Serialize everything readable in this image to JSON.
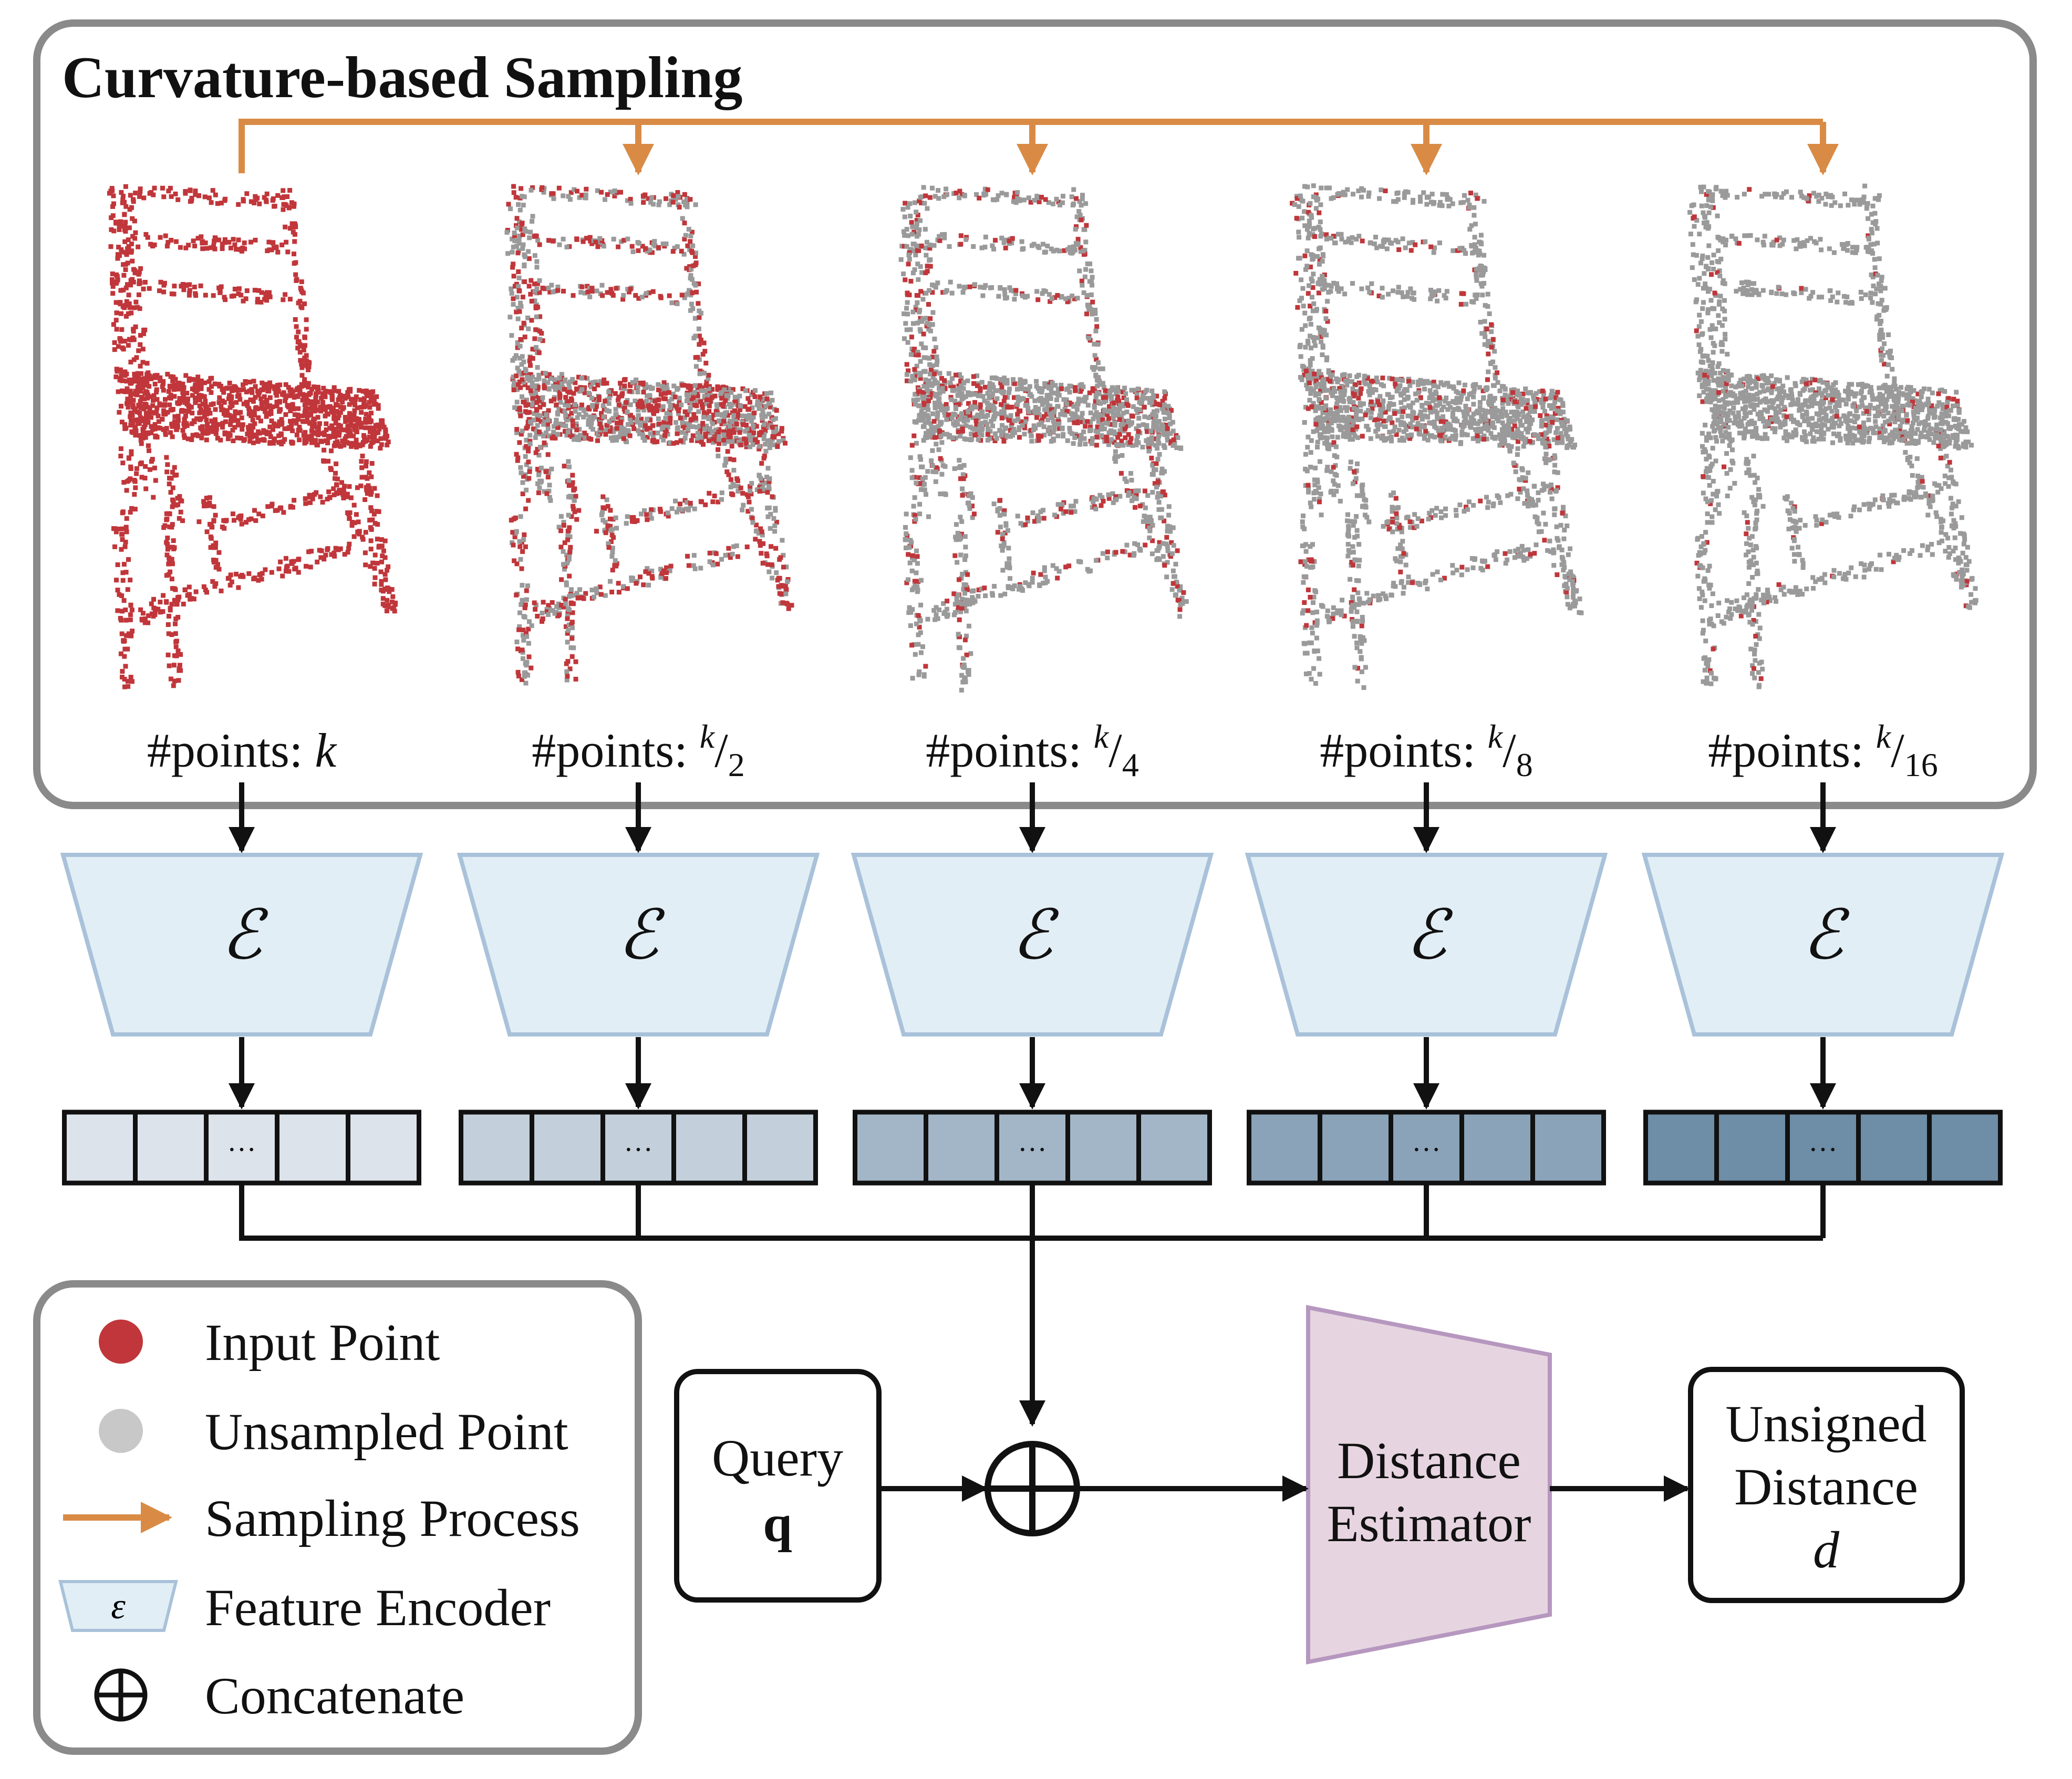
{
  "title": "Curvature-based Sampling",
  "stages": [
    {
      "label_prefix": "#points: ",
      "label_value": "k",
      "denominator": "",
      "red_ratio": 1.0,
      "vector_color": "#dde3ea"
    },
    {
      "label_prefix": "#points: ",
      "label_value": "k",
      "denominator": "2",
      "red_ratio": 0.5,
      "vector_color": "#c3cfda"
    },
    {
      "label_prefix": "#points: ",
      "label_value": "k",
      "denominator": "4",
      "red_ratio": 0.25,
      "vector_color": "#a2b6c8"
    },
    {
      "label_prefix": "#points: ",
      "label_value": "k",
      "denominator": "8",
      "red_ratio": 0.125,
      "vector_color": "#8aa3b8"
    },
    {
      "label_prefix": "#points: ",
      "label_value": "k",
      "denominator": "16",
      "red_ratio": 0.0625,
      "vector_color": "#6e8da6"
    }
  ],
  "encoder_symbol": "ℰ",
  "vector_ellipsis": "···",
  "legend": [
    {
      "label": "Input Point",
      "icon": "red-dot-icon"
    },
    {
      "label": "Unsampled Point",
      "icon": "gray-dot-icon"
    },
    {
      "label": "Sampling Process",
      "icon": "orange-arrow-icon"
    },
    {
      "label": "Feature Encoder",
      "icon": "encoder-trapezoid-icon",
      "symbol": "ε"
    },
    {
      "label": "Concatenate",
      "icon": "concat-icon"
    }
  ],
  "query": {
    "line1": "Query",
    "line2": "q"
  },
  "estimator": {
    "line1": "Distance",
    "line2": "Estimator"
  },
  "output": {
    "line1": "Unsigned",
    "line2": "Distance",
    "line3": "d"
  },
  "colors": {
    "input_point": "#c0363a",
    "unsampled_point": "#9a9a9a",
    "sampling_arrow": "#d98b45",
    "encoder_fill": "#e2eef5",
    "encoder_stroke": "#a9c2da",
    "estimator_fill": "#e6d5e0",
    "estimator_stroke": "#b697bf",
    "frame": "#8a8a8a"
  }
}
